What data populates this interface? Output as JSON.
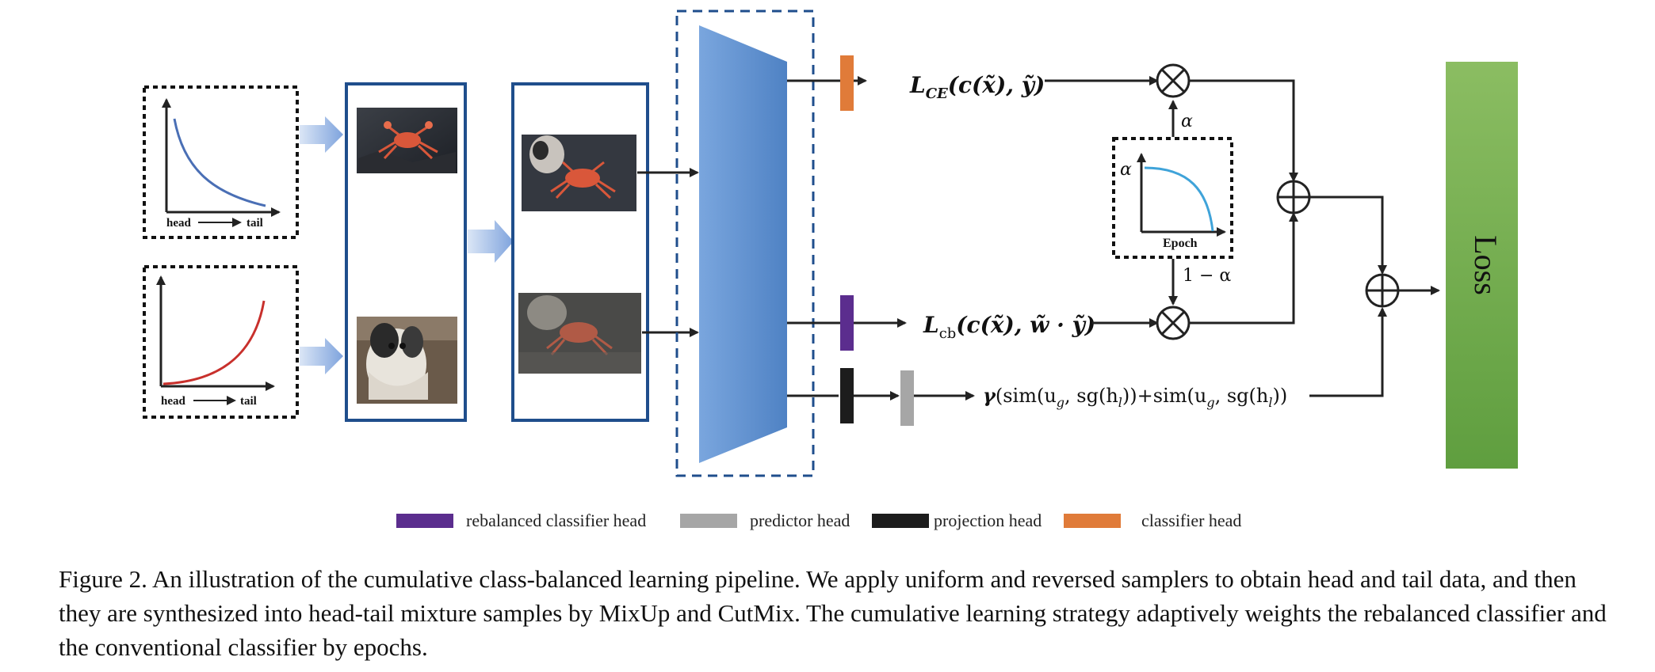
{
  "figure": {
    "sampler_plots": [
      {
        "x_left": "head",
        "x_right": "tail",
        "curve_color": "#4a6fb5",
        "shape": "decreasing"
      },
      {
        "x_left": "head",
        "x_right": "tail",
        "curve_color": "#c8302c",
        "shape": "increasing"
      }
    ],
    "images": {
      "head_sample": "crab",
      "tail_sample": "dog",
      "mixup_sample": "dog-crab mixup",
      "cutmix_sample": "dog-crab cutmix"
    },
    "loss_ce": {
      "text": "L",
      "sub": "CE",
      "expr": "(c(x̃), ỹ)"
    },
    "loss_cb": {
      "text": "L",
      "sub": "cb",
      "expr": "(c(x̃), w̃ · ỹ)"
    },
    "loss_contrastive": {
      "gamma": "γ",
      "expr_pre": "(sim(u",
      "sub_g1": "g",
      "expr_mid1": ", sg(h",
      "sub_l1": "l",
      "expr_mid2": "))+sim(u",
      "sub_g2": "g",
      "expr_mid3": ", sg(h",
      "sub_l2": "l",
      "expr_end": "))"
    },
    "alpha_plot": {
      "y_label": "α",
      "x_label": "Epoch",
      "curve_color": "#3fa3d9"
    },
    "alpha_label": "α",
    "one_minus_alpha_label": "1 − α",
    "loss_box_label": "Loss",
    "colors": {
      "dark_blue": "#1f4e8c",
      "backbone": "#5b8fd0",
      "loss_green": "#6aa84f",
      "arrow_fill": "#8fb0e0"
    }
  },
  "legend": [
    {
      "label": "rebalanced classifier head",
      "color": "#5b2d8e"
    },
    {
      "label": "predictor head",
      "color": "#a6a6a6"
    },
    {
      "label": "projection head",
      "color": "#1c1c1c"
    },
    {
      "label": "classifier head",
      "color": "#e07b39"
    }
  ],
  "caption": {
    "label": "Figure 2.",
    "text": "An illustration of the cumulative class-balanced learning pipeline. We apply uniform and reversed samplers to obtain head and tail data, and then they are synthesized into head-tail mixture samples by MixUp and CutMix. The cumulative learning strategy adaptively weights the rebalanced classifier and the conventional classifier by epochs."
  }
}
